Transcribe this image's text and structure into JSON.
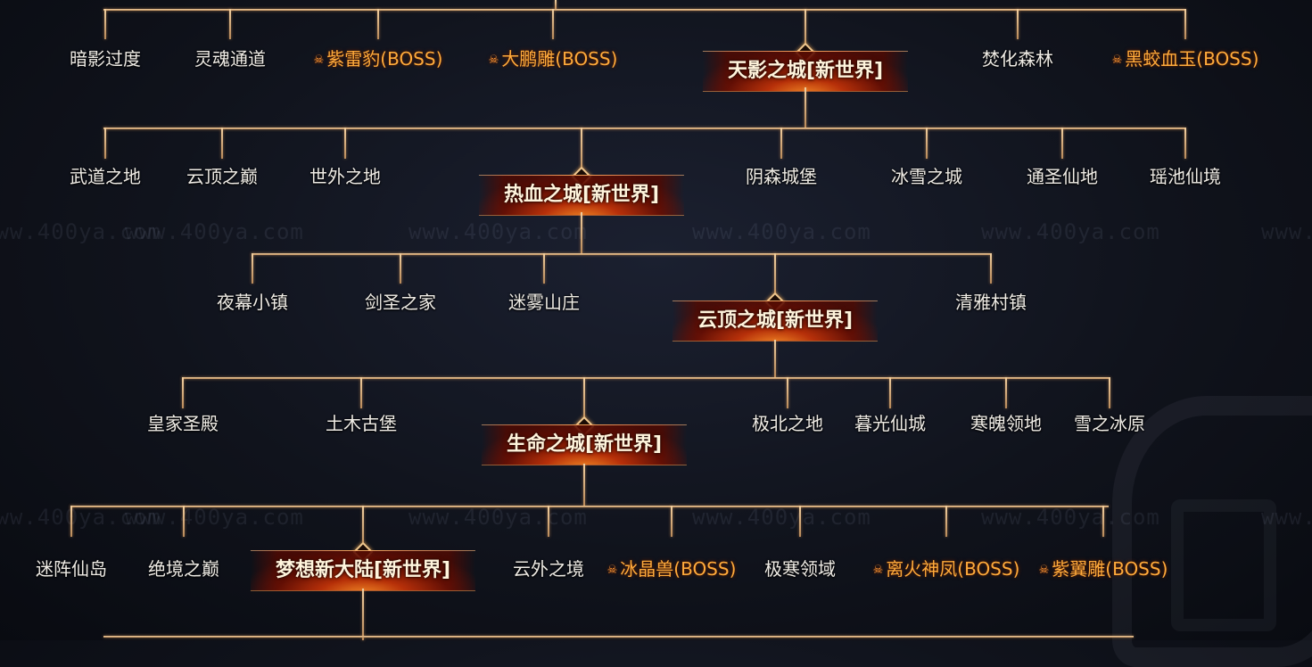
{
  "watermark": "www.400ya.com",
  "colors": {
    "line": "#e8c59a",
    "text": "#efece6",
    "boss": "#ffab3c",
    "hub_glow": "#ff8a2a"
  },
  "icons": {
    "boss_marker": "skull-icon"
  },
  "tiers": [
    {
      "hub": {
        "label": "天影之城[新世界]"
      },
      "children": [
        {
          "label": "暗影过度",
          "boss": false
        },
        {
          "label": "灵魂通道",
          "boss": false
        },
        {
          "label": "紫雷豹(BOSS)",
          "boss": true
        },
        {
          "label": "大鹏雕(BOSS)",
          "boss": true
        },
        {
          "label": "焚化森林",
          "boss": false
        },
        {
          "label": "黑蛟血玉(BOSS)",
          "boss": true
        }
      ]
    },
    {
      "hub": {
        "label": "热血之城[新世界]"
      },
      "children": [
        {
          "label": "武道之地",
          "boss": false
        },
        {
          "label": "云顶之巅",
          "boss": false
        },
        {
          "label": "世外之地",
          "boss": false
        },
        {
          "label": "阴森城堡",
          "boss": false
        },
        {
          "label": "冰雪之城",
          "boss": false
        },
        {
          "label": "通圣仙地",
          "boss": false
        },
        {
          "label": "瑶池仙境",
          "boss": false
        }
      ]
    },
    {
      "hub": {
        "label": "云顶之城[新世界]"
      },
      "children": [
        {
          "label": "夜幕小镇",
          "boss": false
        },
        {
          "label": "剑圣之家",
          "boss": false
        },
        {
          "label": "迷雾山庄",
          "boss": false
        },
        {
          "label": "清雅村镇",
          "boss": false
        }
      ]
    },
    {
      "hub": {
        "label": "生命之城[新世界]"
      },
      "children": [
        {
          "label": "皇家圣殿",
          "boss": false
        },
        {
          "label": "土木古堡",
          "boss": false
        },
        {
          "label": "极北之地",
          "boss": false
        },
        {
          "label": "暮光仙城",
          "boss": false
        },
        {
          "label": "寒魄领地",
          "boss": false
        },
        {
          "label": "雪之冰原",
          "boss": false
        }
      ]
    },
    {
      "hub": {
        "label": "梦想新大陆[新世界]"
      },
      "children": [
        {
          "label": "迷阵仙岛",
          "boss": false
        },
        {
          "label": "绝境之巅",
          "boss": false
        },
        {
          "label": "云外之境",
          "boss": false
        },
        {
          "label": "冰晶兽(BOSS)",
          "boss": true
        },
        {
          "label": "极寒领域",
          "boss": false
        },
        {
          "label": "离火神凤(BOSS)",
          "boss": true
        },
        {
          "label": "紫翼雕(BOSS)",
          "boss": true
        }
      ]
    }
  ]
}
